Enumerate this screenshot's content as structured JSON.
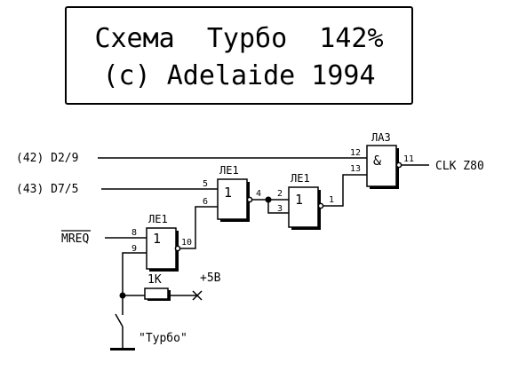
{
  "title": {
    "line1": "Схема  Турбо  142%",
    "line2": "(c) Adelaide 1994"
  },
  "inputs": {
    "d29": "(42) D2/9",
    "d75": "(43) D7/5",
    "mreq": "MREQ"
  },
  "output": "CLK Z80",
  "gates": {
    "le1_a": {
      "name": "ЛЕ1",
      "symbol": "1",
      "pins": [
        "5",
        "6",
        "4"
      ]
    },
    "le1_b": {
      "name": "ЛЕ1",
      "symbol": "1",
      "pins": [
        "2",
        "3",
        "1"
      ]
    },
    "le1_c": {
      "name": "ЛЕ1",
      "symbol": "1",
      "pins": [
        "8",
        "9",
        "10"
      ]
    },
    "la3": {
      "name": "ЛА3",
      "symbol": "&",
      "pins": [
        "12",
        "13",
        "11"
      ]
    }
  },
  "resistor": "1К",
  "supply": "+5В",
  "switch_label": "\"Турбо\"",
  "colors": {
    "ink": "#000000",
    "background": "#ffffff"
  }
}
